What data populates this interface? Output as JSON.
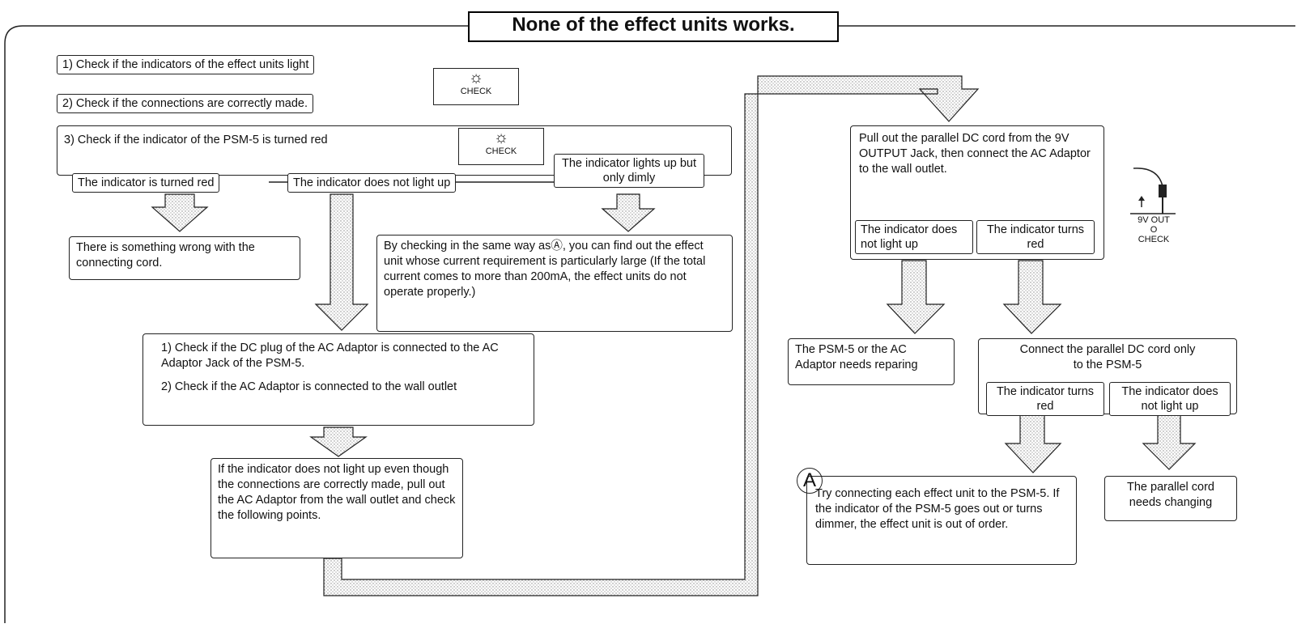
{
  "title": "None of the effect units works.",
  "steps": {
    "s1": "1) Check if the indicators of the effect units light",
    "s2": "2) Check if the connections are correctly made.",
    "s3": "3) Check if the indicator of the PSM-5 is turned red"
  },
  "check_label": "CHECK",
  "branches": {
    "red": "The indicator is turned red",
    "nolight": "The indicator does not light up",
    "dim": "The indicator lights up but only dimly"
  },
  "results": {
    "cord_wrong": "There is something wrong with the connecting cord.",
    "checking_same_way": "By checking in the same way asⒶ, you can find out the effect unit whose current requirement is particularly large (If the total current comes to more than 200mA, the effect units do not operate properly.)",
    "dc_plug_1": "1) Check if the DC plug of the AC Adaptor is connected to the AC Adaptor Jack of the PSM-5.",
    "dc_plug_2": "2) Check if the AC Adaptor is connected to the wall outlet",
    "if_not_light": "If the indicator does not light up even though the connections are correctly made, pull out the AC Adaptor from the wall outlet and check the following points."
  },
  "right": {
    "pull_out": "Pull out the parallel DC cord from the 9V OUTPUT Jack, then connect the AC Adaptor to the wall outlet.",
    "nolight": "The indicator does not light up",
    "turns_red": "The indicator turns red",
    "needs_repairing": "The PSM-5 or the AC Adaptor needs reparing",
    "connect_parallel": "Connect the parallel DC cord only to the PSM-5",
    "turns_red_2": "The indicator turns red",
    "nolight_2": "The indicator does not light up",
    "try_connecting": "Try connecting each effect unit to the PSM-5. If the indicator of the PSM-5 goes out or turns dimmer, the effect unit is out of order.",
    "circle_a": "A",
    "cord_changing": "The parallel cord needs changing"
  },
  "jack_icon": {
    "label": "9V OUT",
    "symbol": "O",
    "check": "CHECK"
  }
}
